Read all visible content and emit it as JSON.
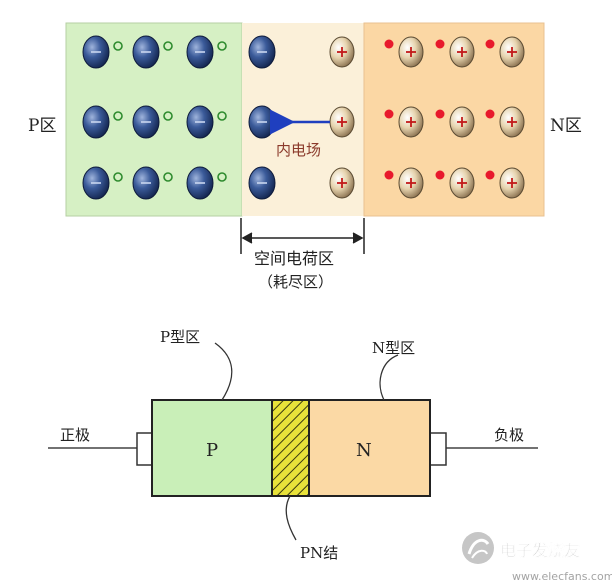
{
  "top_diagram": {
    "p_label": "P区",
    "n_label": "N区",
    "field_label": "内电场",
    "depletion_label": "空间电荷区",
    "depletion_sublabel": "（耗尽区）",
    "colors": {
      "p_region": "#d6f0c4",
      "depletion": "#fbf0d9",
      "n_region": "#fbd7a4",
      "negative_ion": "#2f4f8f",
      "positive_ion": "#d9c29a",
      "hole": "#2e8b2e",
      "electron": "#e8192c",
      "field_arrow": "#1f3fbf"
    }
  },
  "bottom_diagram": {
    "p_type_label": "P型区",
    "n_type_label": "N型区",
    "p_letter": "P",
    "n_letter": "N",
    "anode_label": "正极",
    "cathode_label": "负极",
    "junction_label": "PN结",
    "colors": {
      "p_body": "#c9efb8",
      "n_body": "#fbd9a5",
      "junction_fill": "#e8e23a"
    }
  },
  "watermark": {
    "text": "电子发烧友",
    "url": "www.elecfans.com"
  }
}
